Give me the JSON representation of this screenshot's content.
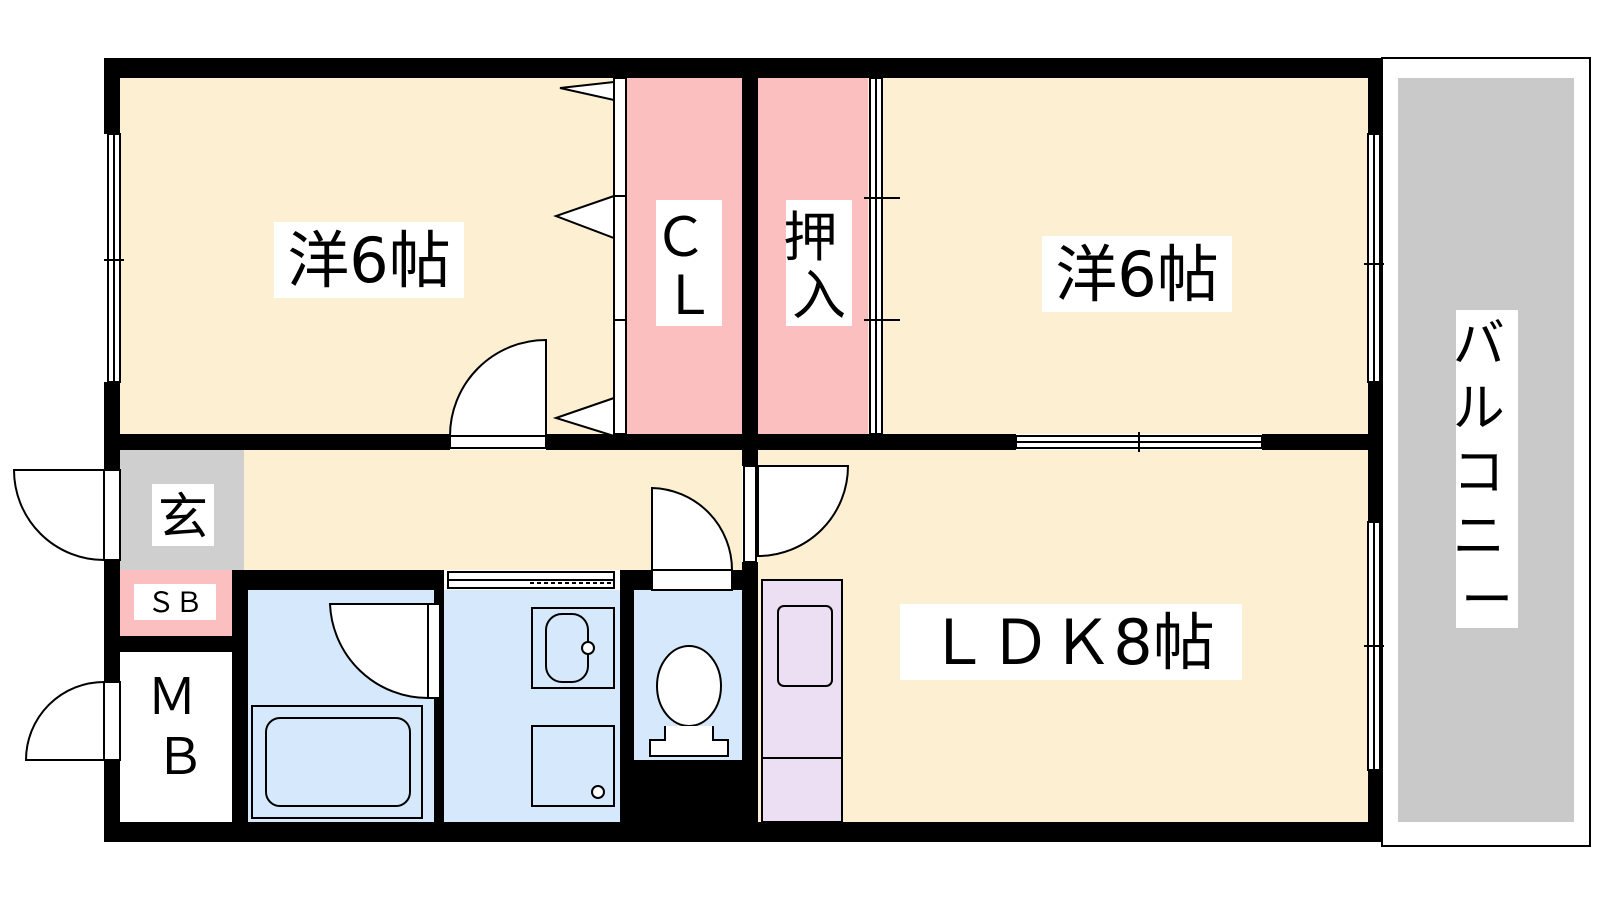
{
  "rooms": {
    "western_room_left": "洋6帖",
    "western_room_right": "洋6帖",
    "closet": "ＣＬ",
    "oshiire": "押入",
    "ldk": "ＬＤＫ8帖",
    "genkan": "玄",
    "shoe_box": "ＳＢ",
    "meter_box": "ＭＢ",
    "balcony": "バルコニー"
  },
  "colors": {
    "room_floor": "#fdf0d2",
    "closet": "#fbbfc0",
    "wet_area": "#d6e8fb",
    "kitchen": "#ecdff3",
    "genkan": "#cfcfcf",
    "balcony": "#c9c9c9",
    "wall": "#000000"
  }
}
